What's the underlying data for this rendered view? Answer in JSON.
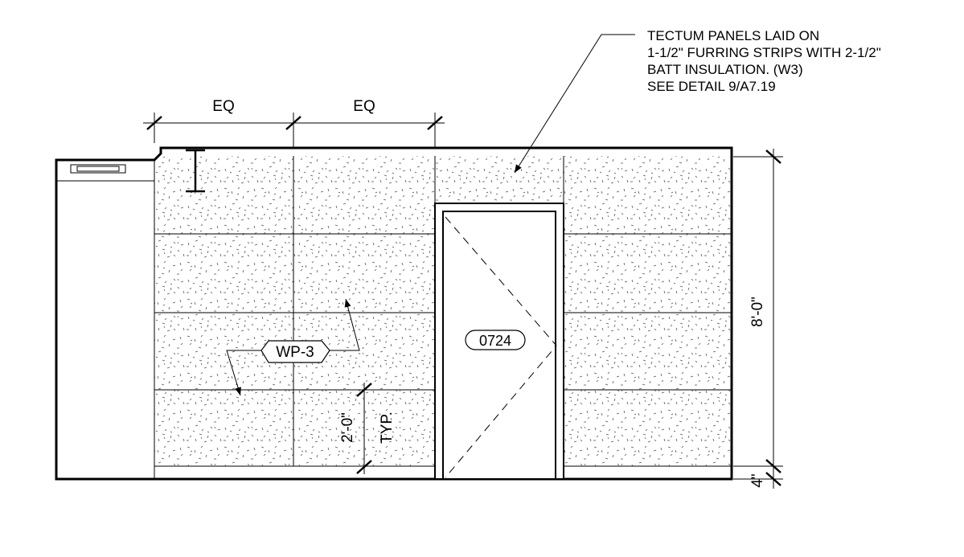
{
  "note": {
    "lines": [
      "TECTUM PANELS LAID ON",
      "1-1/2\" FURRING STRIPS WITH 2-1/2\"",
      "BATT INSULATION. (W3)",
      "SEE DETAIL 9/A7.19"
    ]
  },
  "dimensions": {
    "eq_left": "EQ",
    "eq_right": "EQ",
    "height": "8'-0\"",
    "base": "4\"",
    "panel_height": "2'-0\"",
    "typ": "TYP."
  },
  "tags": {
    "wall_panel": "WP-3",
    "door": "0724"
  },
  "colors": {
    "line": "#000000",
    "background": "#ffffff"
  }
}
